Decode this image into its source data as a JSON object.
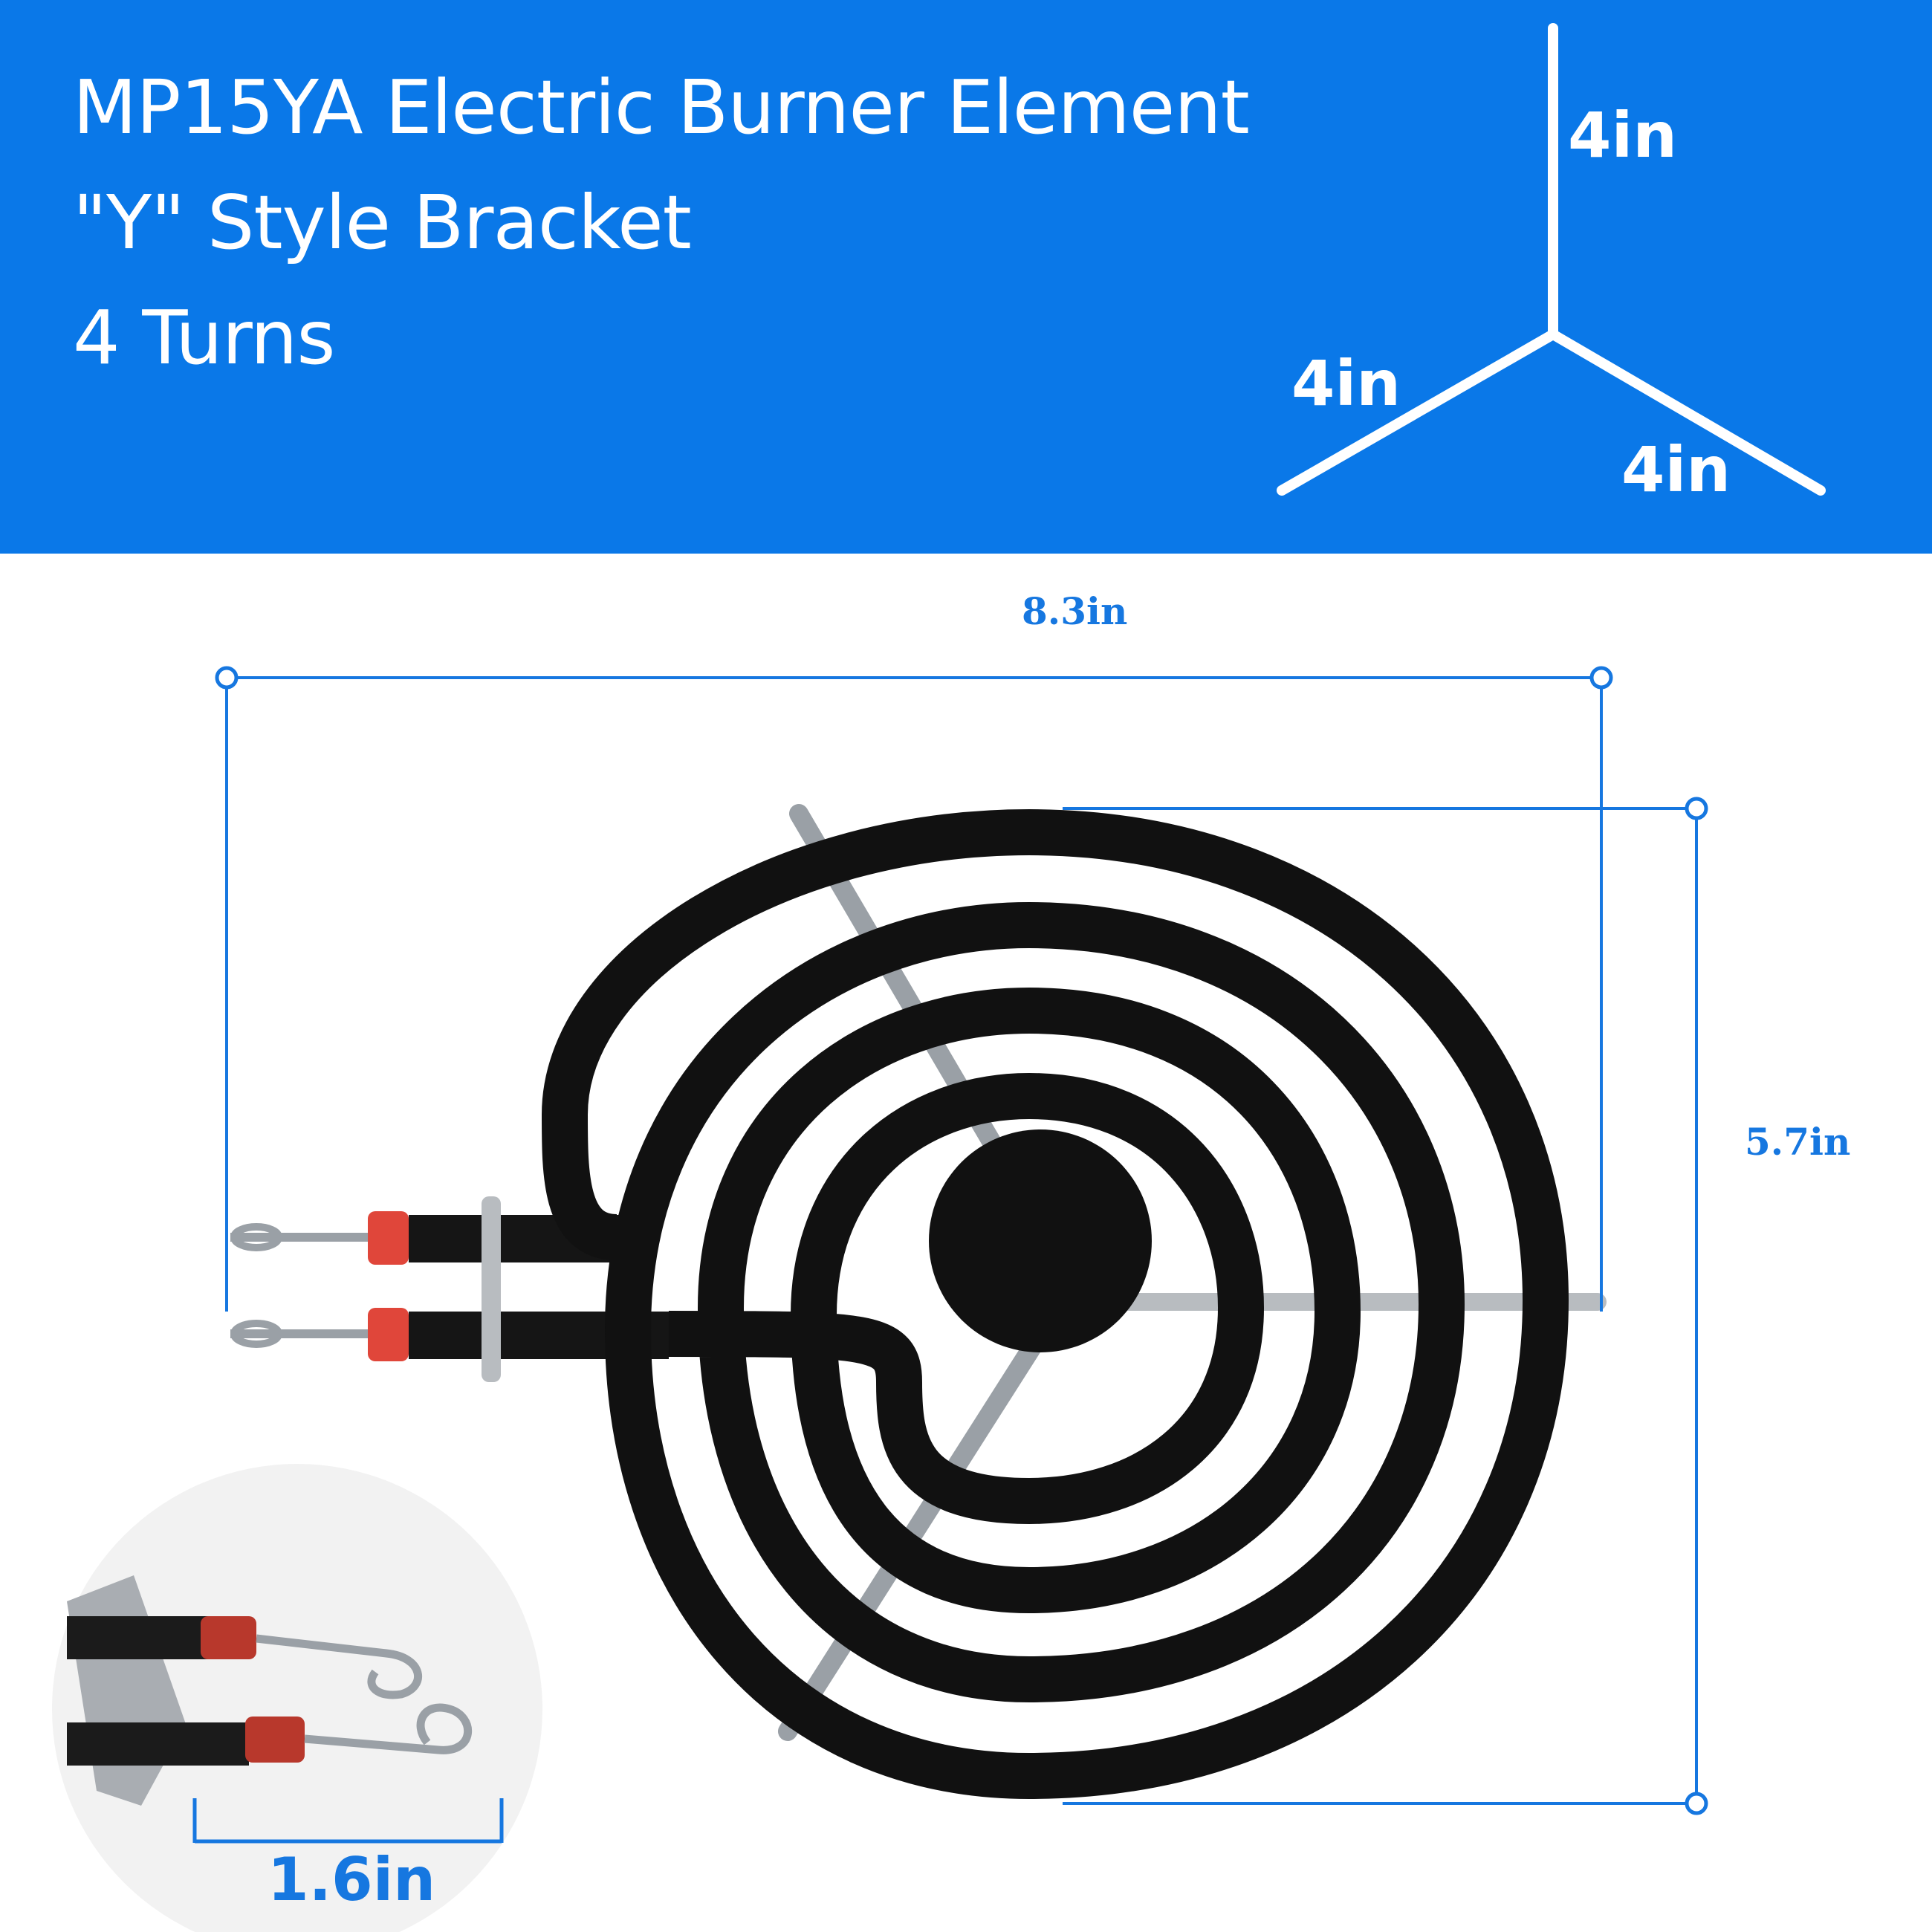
{
  "banner": {
    "title": "MP15YA Electric Burner Element",
    "subtitle": "\"Y\" Style Bracket",
    "turns": "4 Turns",
    "bracket_labels": {
      "top": "4in",
      "left": "4in",
      "right": "4in"
    },
    "background_color": "#0a78e8"
  },
  "dimensions": {
    "width": "8.3in",
    "height": "5.7in",
    "terminal_spacing": "1.6in",
    "line_color": "#1677e0"
  },
  "product": {
    "coil_color": "#111111",
    "insulator_color": "#e0463a",
    "bracket_color": "#b8bcc0"
  }
}
